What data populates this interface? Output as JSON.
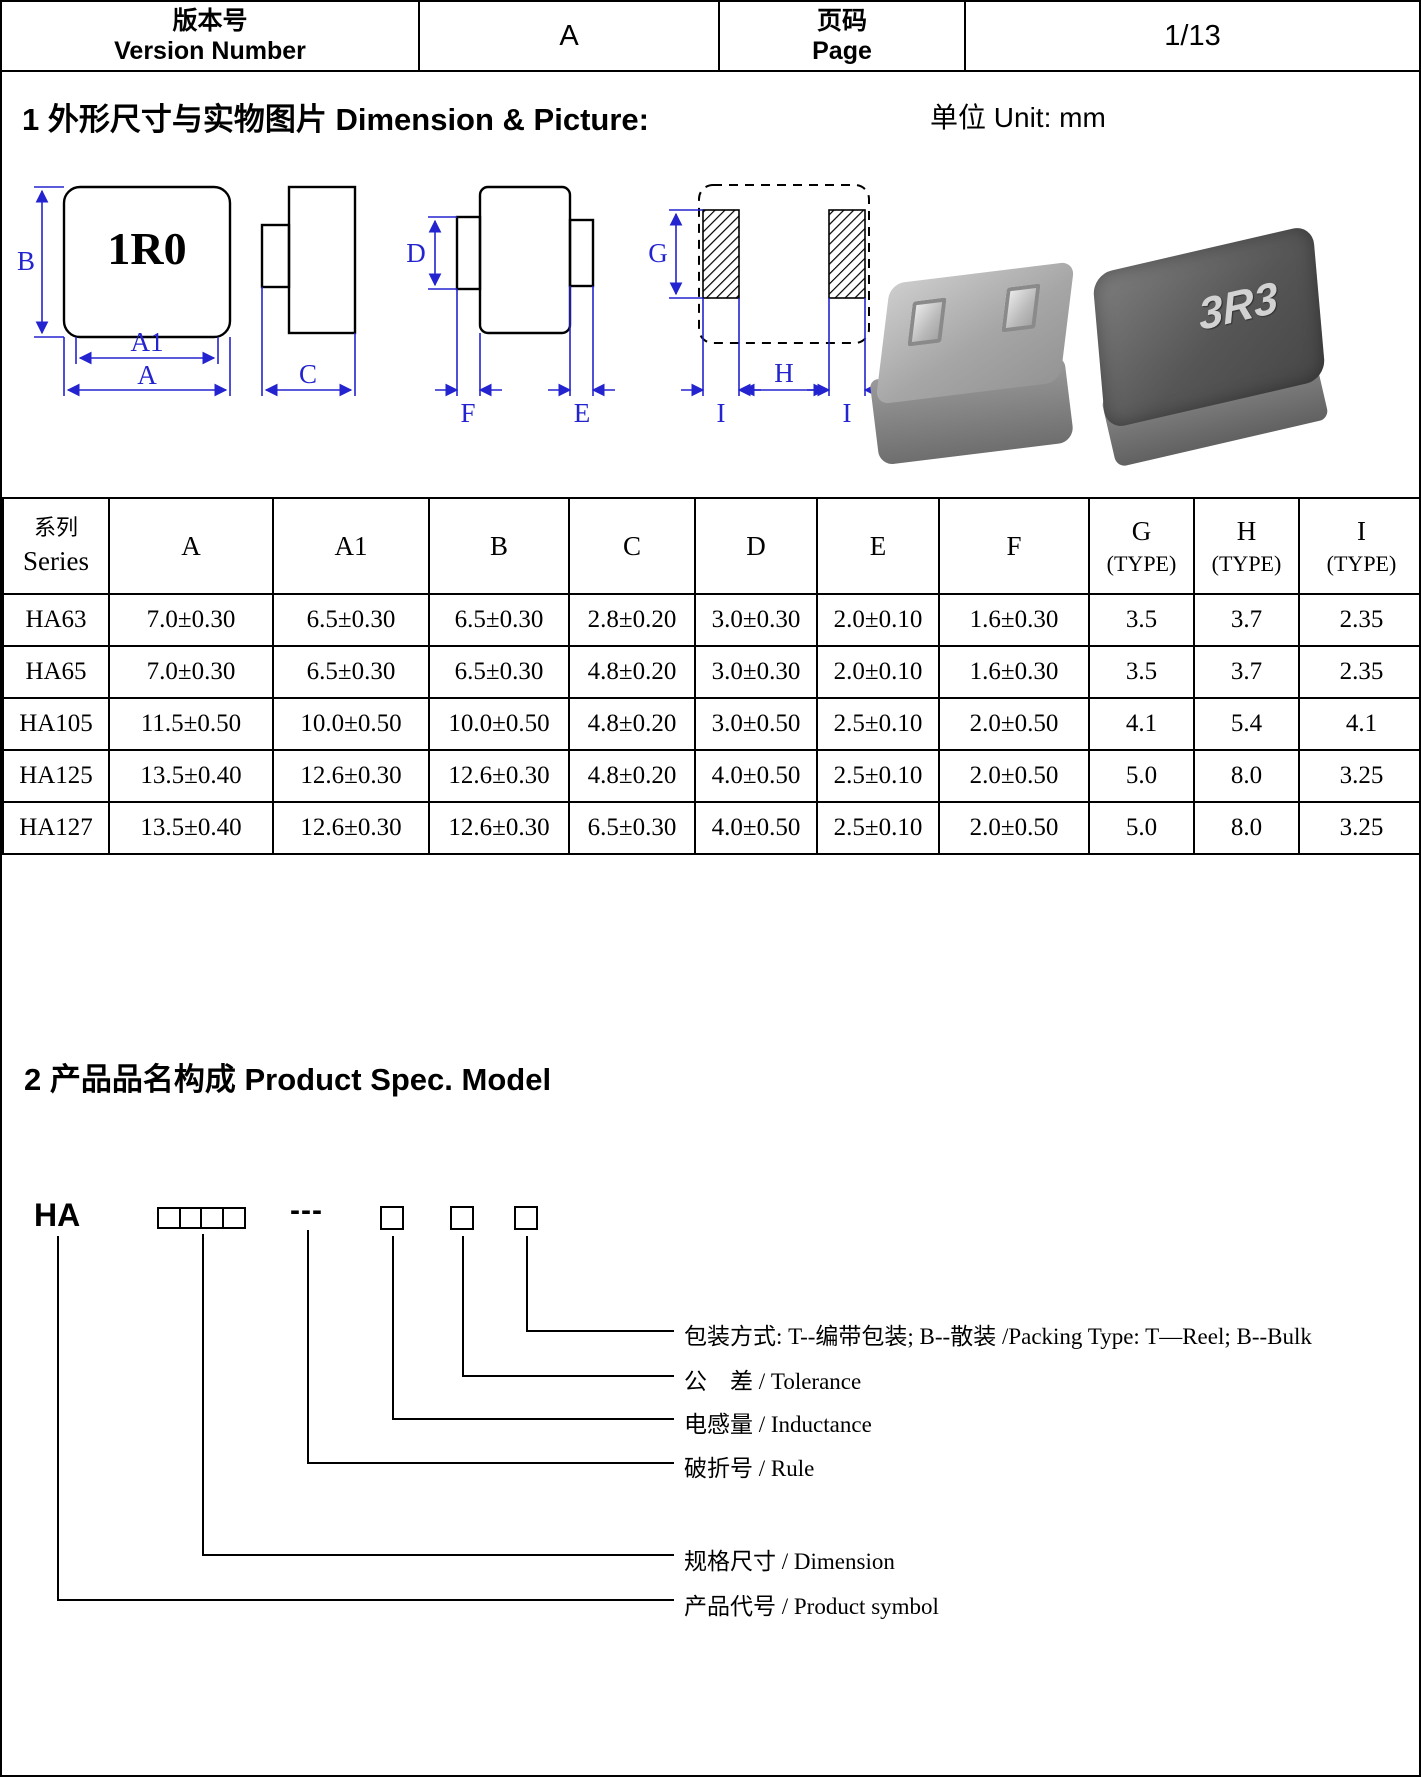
{
  "header": {
    "version_label_cn": "版本号",
    "version_label_en": "Version Number",
    "version_value": "A",
    "page_label_cn": "页码",
    "page_label_en": "Page",
    "page_value": "1/13"
  },
  "section1": {
    "title": "1 外形尺寸与实物图片 Dimension & Picture:",
    "unit": "单位 Unit:  mm",
    "front_marking": "1R0",
    "photo_marking": "3R3",
    "dims": {
      "a": "A",
      "a1": "A1",
      "b": "B",
      "c": "C",
      "d": "D",
      "e": "E",
      "f": "F",
      "g": "G",
      "h": "H",
      "i": "I"
    }
  },
  "dim_table": {
    "col_series_cn": "系列",
    "col_series_en": "Series",
    "cols": [
      "A",
      "A1",
      "B",
      "C",
      "D",
      "E",
      "F"
    ],
    "type_cols": [
      {
        "letter": "G",
        "sub": "(TYPE)"
      },
      {
        "letter": "H",
        "sub": "(TYPE)"
      },
      {
        "letter": "I",
        "sub": "(TYPE)"
      }
    ],
    "rows": [
      {
        "series": "HA63",
        "values": [
          "7.0±0.30",
          "6.5±0.30",
          "6.5±0.30",
          "2.8±0.20",
          "3.0±0.30",
          "2.0±0.10",
          "1.6±0.30",
          "3.5",
          "3.7",
          "2.35"
        ]
      },
      {
        "series": "HA65",
        "values": [
          "7.0±0.30",
          "6.5±0.30",
          "6.5±0.30",
          "4.8±0.20",
          "3.0±0.30",
          "2.0±0.10",
          "1.6±0.30",
          "3.5",
          "3.7",
          "2.35"
        ]
      },
      {
        "series": "HA105",
        "values": [
          "11.5±0.50",
          "10.0±0.50",
          "10.0±0.50",
          "4.8±0.20",
          "3.0±0.50",
          "2.5±0.10",
          "2.0±0.50",
          "4.1",
          "5.4",
          "4.1"
        ]
      },
      {
        "series": "HA125",
        "values": [
          "13.5±0.40",
          "12.6±0.30",
          "12.6±0.30",
          "4.8±0.20",
          "4.0±0.50",
          "2.5±0.10",
          "2.0±0.50",
          "5.0",
          "8.0",
          "3.25"
        ]
      },
      {
        "series": "HA127",
        "values": [
          "13.5±0.40",
          "12.6±0.30",
          "12.6±0.30",
          "6.5±0.30",
          "4.0±0.50",
          "2.5±0.10",
          "2.0±0.50",
          "5.0",
          "8.0",
          "3.25"
        ]
      }
    ]
  },
  "section2": {
    "title": "2  产品品名构成 Product Spec. Model",
    "prefix": "HA",
    "dashes": "---",
    "legend": [
      {
        "text": "包装方式: T--编带包装; B--散装 /Packing Type: T—Reel; B--Bulk"
      },
      {
        "text": "公　差 / Tolerance"
      },
      {
        "text": "电感量 / Inductance"
      },
      {
        "text": "破折号 / Rule"
      },
      {
        "text": "规格尺寸 / Dimension"
      },
      {
        "text": "产品代号 / Product symbol"
      }
    ]
  }
}
